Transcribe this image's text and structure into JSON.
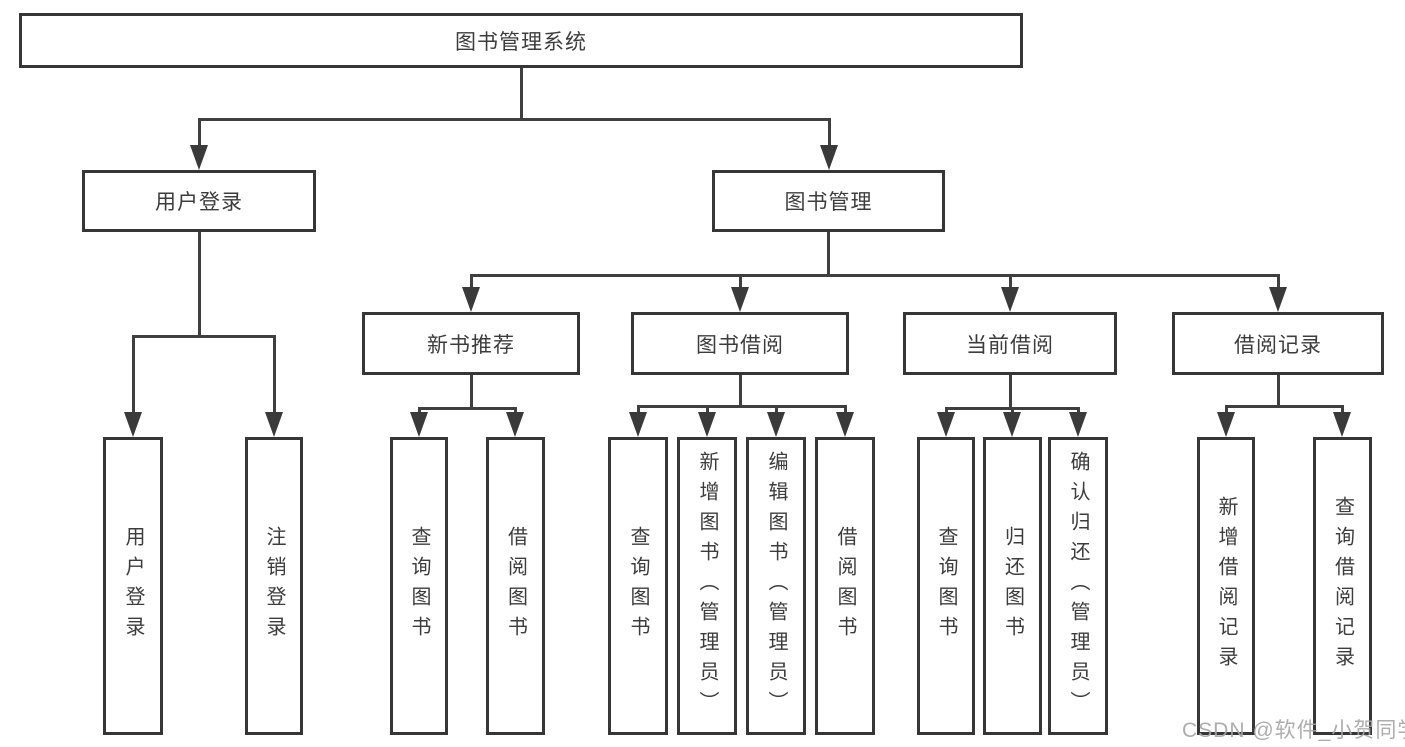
{
  "tree": {
    "root": "图书管理系统",
    "user": {
      "label": "用户登录",
      "leaves": [
        "用户登录",
        "注销登录"
      ]
    },
    "book": {
      "label": "图书管理",
      "groups": [
        {
          "label": "新书推荐",
          "leaves": [
            "查询图书",
            "借阅图书"
          ]
        },
        {
          "label": "图书借阅",
          "leaves": [
            "查询图书",
            "新增图书（管理员）",
            "编辑图书（管理员）",
            "借阅图书"
          ]
        },
        {
          "label": "当前借阅",
          "leaves": [
            "查询图书",
            "归还图书",
            "确认归还（管理员）"
          ]
        },
        {
          "label": "借阅记录",
          "leaves": [
            "新增借阅记录",
            "查询借阅记录"
          ]
        }
      ]
    }
  },
  "watermark": "CSDN @软件_小贺同学",
  "colors": {
    "line": "#3f3f3f",
    "box_border": "#363636",
    "text": "#3c3c3c",
    "watermark": "#a6a6a6",
    "background": "#ffffff"
  }
}
